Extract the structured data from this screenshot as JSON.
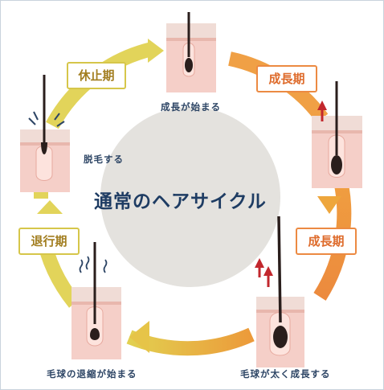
{
  "title": "通常のヘアサイクル",
  "phases": {
    "growth_top": "成長期",
    "growth_right": "成長期",
    "rest": "休止期",
    "regression": "退行期"
  },
  "captions": {
    "growth_start": "成長が始まる",
    "bulb_grows": "毛球が太く成長する",
    "bulb_shrinks": "毛球の退縮が始まる",
    "shedding": "脱毛する"
  },
  "colors": {
    "ring_yellow": "#e2d45a",
    "ring_orange": "#ee9440",
    "center_circle": "#e4e2de",
    "skin": "#f5cfc8",
    "hair": "#2a1e1c",
    "arrow_red": "#c2272d",
    "title": "#1e3c63"
  }
}
